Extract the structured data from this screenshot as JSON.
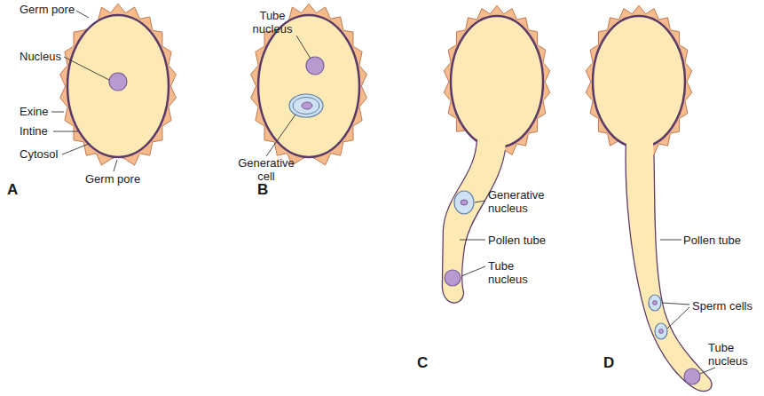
{
  "diagram": {
    "labels": [
      "Germ pore",
      "Nucleus",
      "Exine",
      "Intine",
      "Cytosol",
      "Germ pore",
      "A",
      "Tube nucleus",
      "Generative cell",
      "B",
      "Generative nucleus",
      "Pollen tube",
      "Tube nucleus",
      "C",
      "Pollen tube",
      "Sperm cells",
      "Tube nucleus",
      "D"
    ]
  }
}
